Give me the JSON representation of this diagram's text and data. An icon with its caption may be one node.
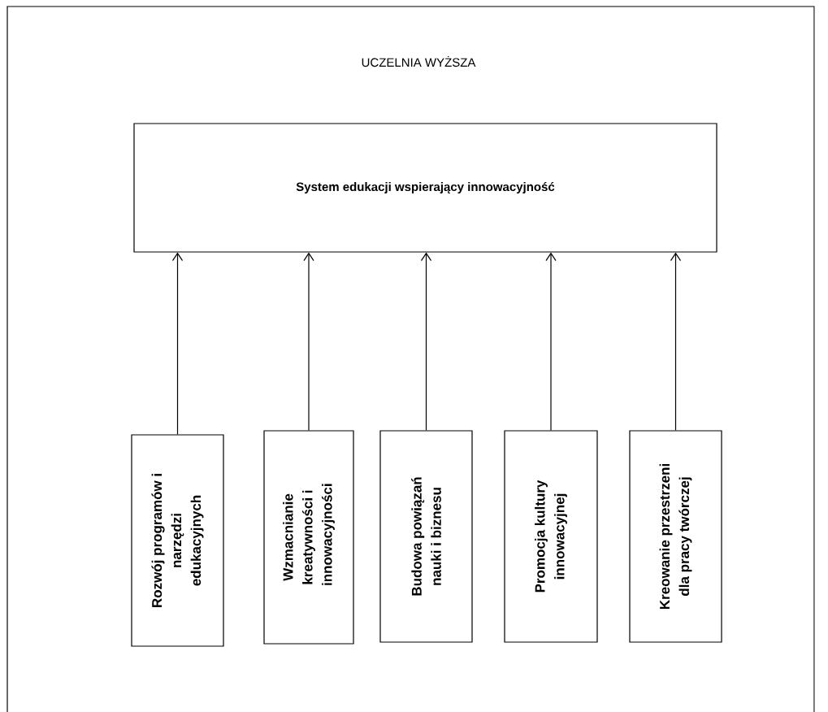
{
  "diagram": {
    "nodes": [
      {
        "text": [
          "UCZELNIA WYŻSZA"
        ]
      },
      {
        "text": [
          "System edukacji wspierający innowacyjność"
        ],
        "in": 0
      },
      {
        "text": [
          "Rozwój programów i narzędzi edukacyjnych"
        ],
        "in": 0
      },
      {
        "text": [
          "Wzmacnianie kreatywności i innowacyjności"
        ],
        "in": 0
      },
      {
        "text": [
          "Budowa powiązań nauki i biznesu"
        ],
        "in": 0
      },
      {
        "text": [
          "Promocja kultury innowacyjnej"
        ],
        "in": 0
      },
      {
        "text": [
          "Kreowanie przestrzeni dla pracy twórczej"
        ],
        "in": 0
      }
    ],
    "edges": [
      {
        "from": 2,
        "to": 1,
        "arrow": "to"
      },
      {
        "from": 3,
        "to": 1,
        "arrow": "to"
      },
      {
        "from": 4,
        "to": 1,
        "arrow": "to"
      },
      {
        "from": 5,
        "to": 1,
        "arrow": "to"
      },
      {
        "from": 6,
        "to": 1,
        "arrow": "to"
      }
    ]
  }
}
